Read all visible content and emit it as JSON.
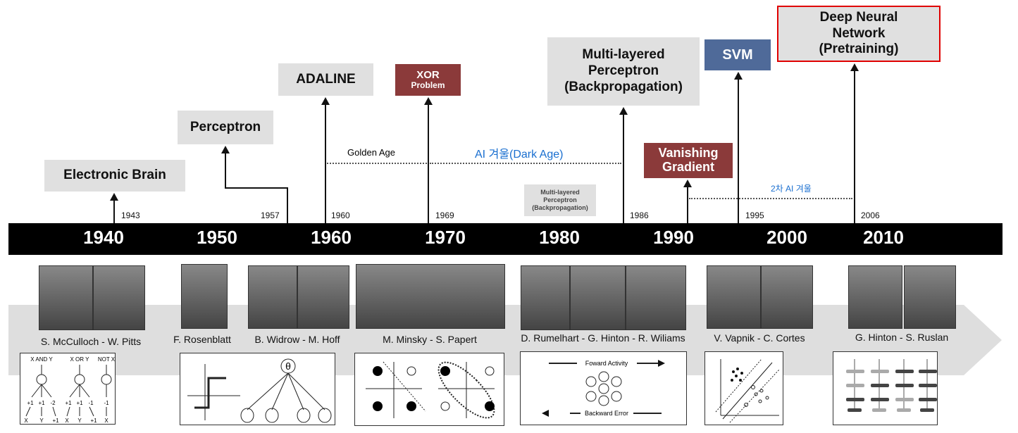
{
  "milestones": [
    {
      "label": "Electronic Brain",
      "year": "1943"
    },
    {
      "label": "Perceptron",
      "year": "1957"
    },
    {
      "label": "ADALINE",
      "year": "1960"
    },
    {
      "label": "XOR",
      "sub": "Problem",
      "year": "1969"
    },
    {
      "label": "Multi-layered Perceptron (Backpropagation)",
      "year": "1986"
    },
    {
      "label": "Vanishing Gradient"
    },
    {
      "label": "SVM",
      "year": "1995"
    },
    {
      "label": "Deep Neural Network (Pretraining)",
      "year": "2006"
    }
  ],
  "small_box": "Multi-layered Perceptron (Backpropagation)",
  "periods": {
    "golden": "Golden Age",
    "winter": "AI 겨울(Dark Age)",
    "winter2": "2차 AI 겨울"
  },
  "decades": [
    "1940",
    "1950",
    "1960",
    "1970",
    "1980",
    "1990",
    "2000",
    "2010"
  ],
  "people": [
    "S. McCulloch - W. Pitts",
    "F. Rosenblatt",
    "B. Widrow - M. Hoff",
    "M. Minsky - S. Papert",
    "D. Rumelhart - G. Hinton - R. Wiliams",
    "V. Vapnik - C. Cortes",
    "G. Hinton - S. Ruslan"
  ],
  "diagrams": {
    "mp": [
      "X AND Y",
      "X OR Y",
      "NOT X"
    ],
    "mp_weights": [
      "+1",
      "+1",
      "-2",
      "+1",
      "+1",
      "-1",
      "-1"
    ],
    "mp_inputs": [
      "X",
      "Y",
      "+1",
      "X",
      "Y",
      "+1",
      "X"
    ],
    "theta": "θ",
    "bp": {
      "forward": "Foward Activity",
      "backward": "Backward Error"
    }
  },
  "colors": {
    "highlight": "#e00000",
    "red": "#8b3a3a",
    "blue": "#4f6a99"
  }
}
